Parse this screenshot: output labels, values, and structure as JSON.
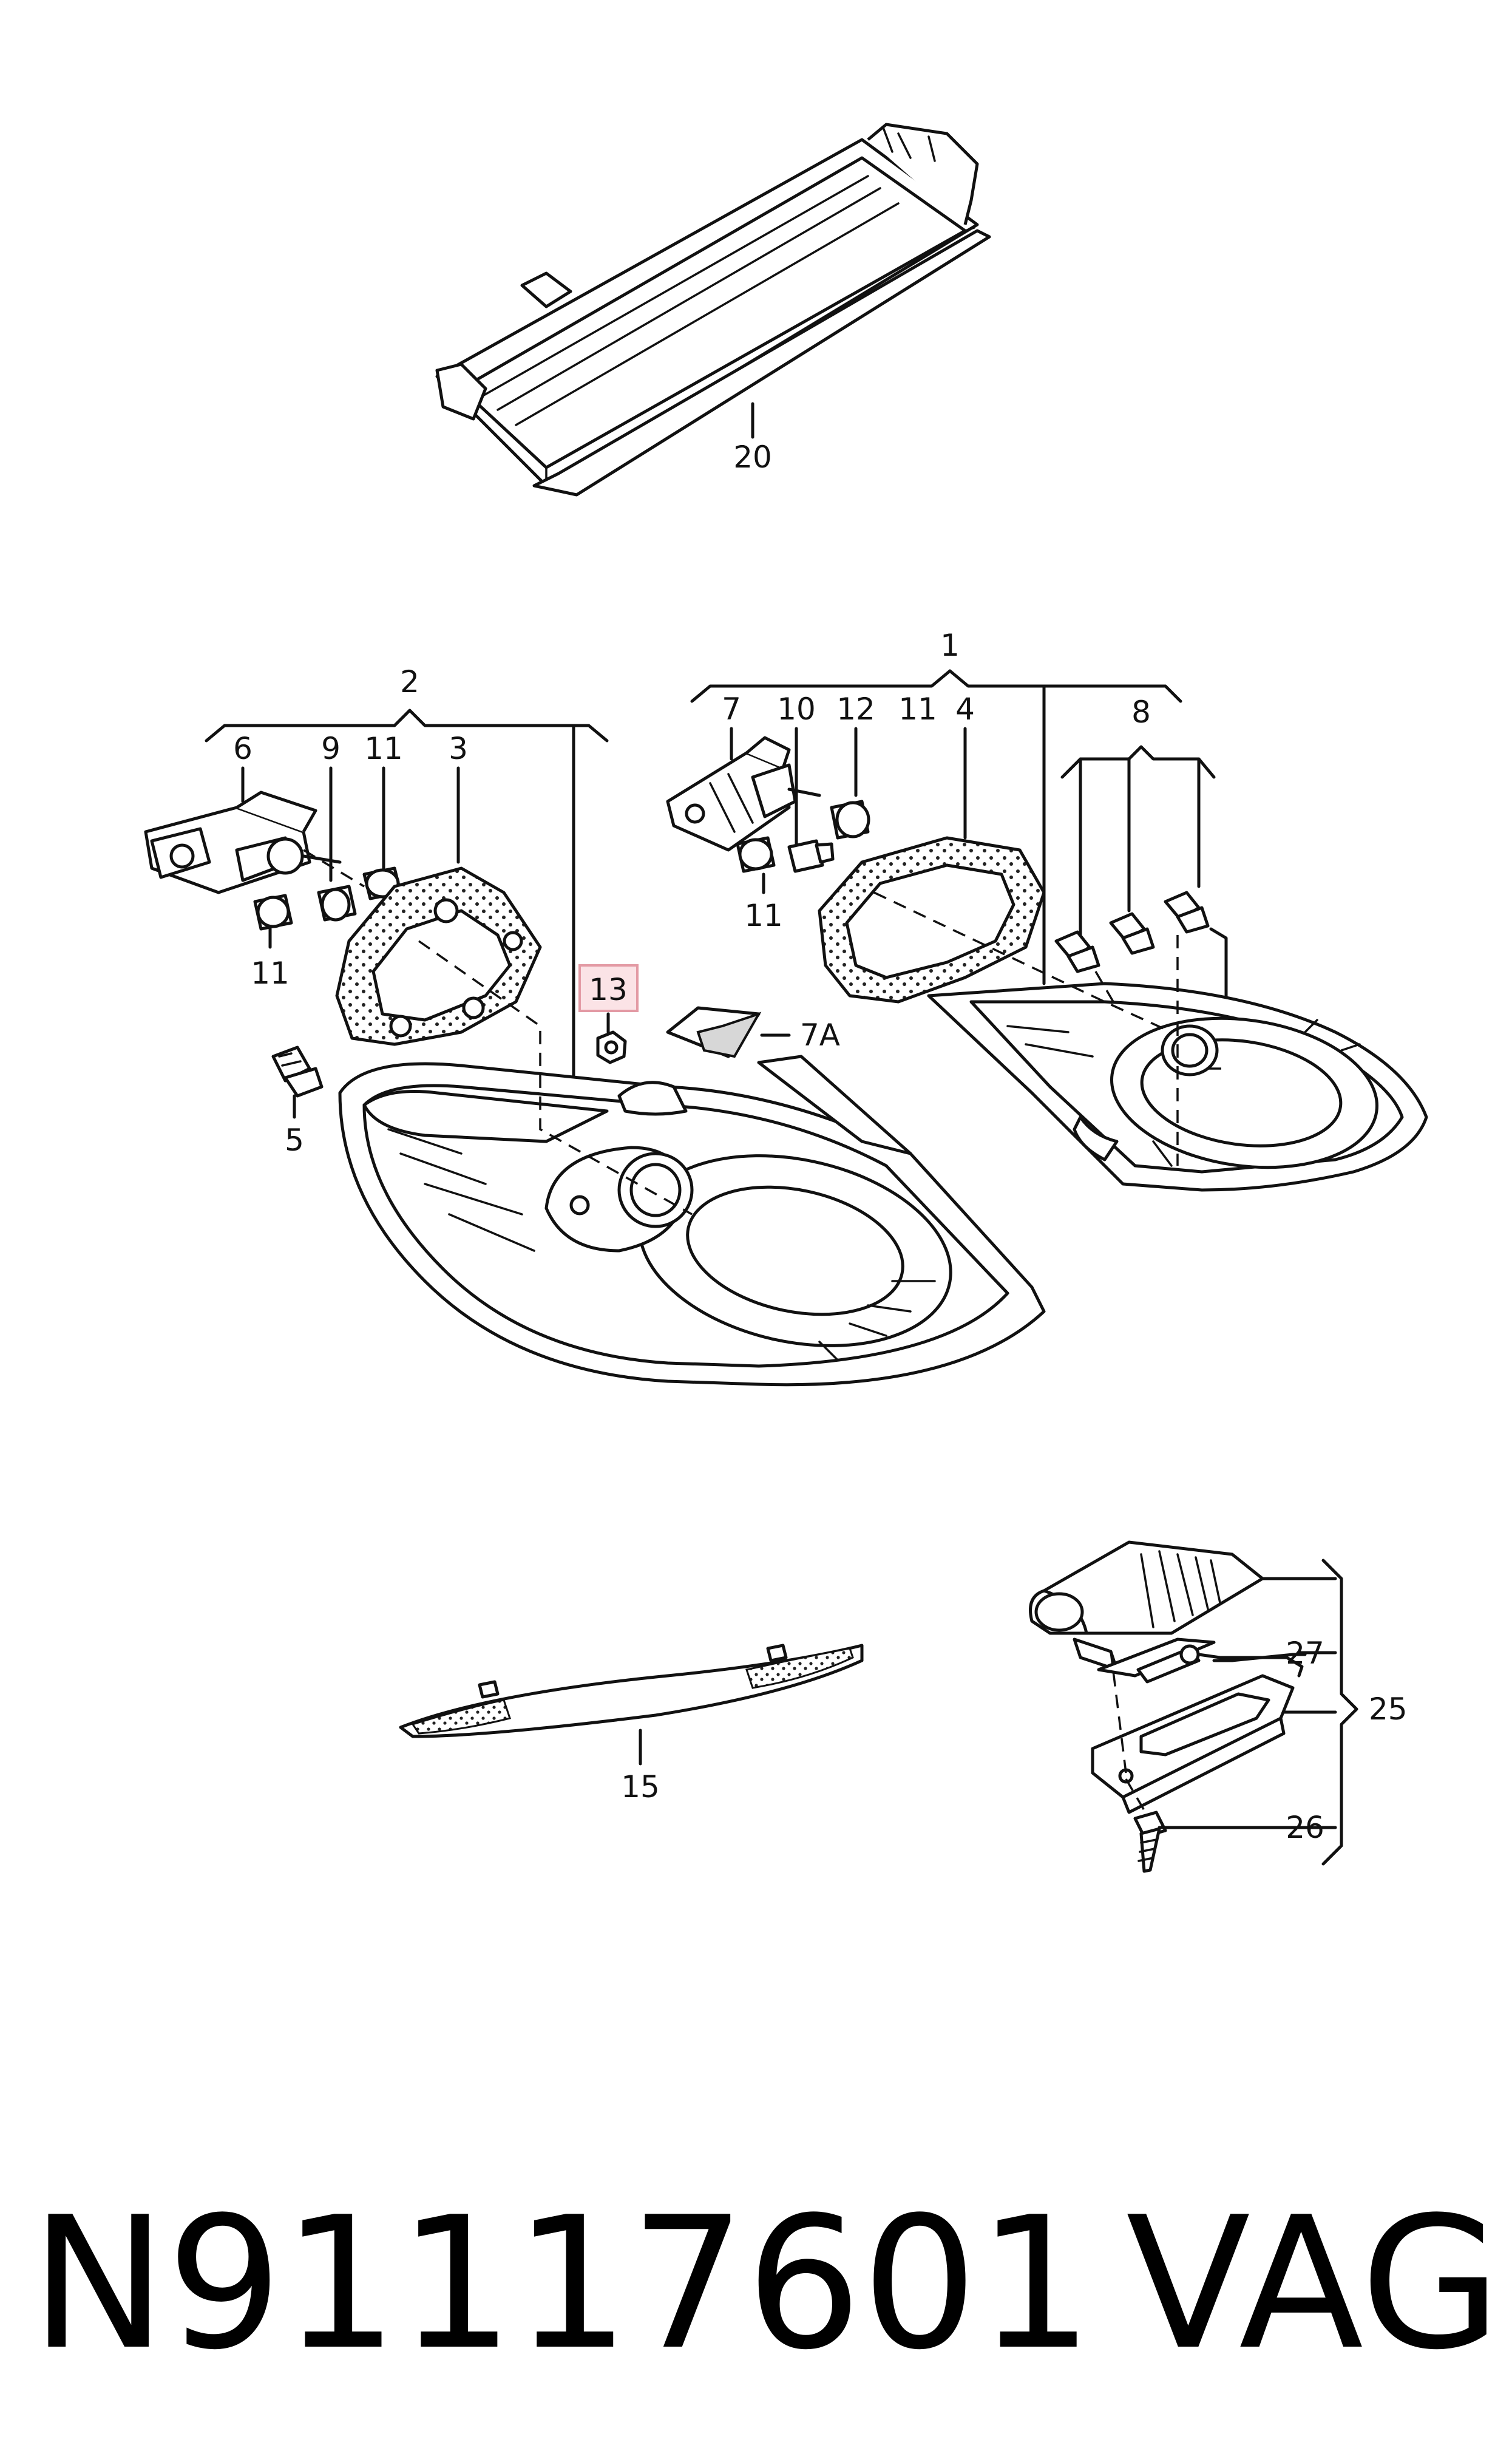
{
  "callouts": {
    "c20": "20",
    "c2": "2",
    "c6": "6",
    "c9": "9",
    "c11a": "11",
    "c3": "3",
    "c11b": "11",
    "c5": "5",
    "c13": "13",
    "c7A": "7A",
    "c1": "1",
    "c7": "7",
    "c10": "10",
    "c12": "12",
    "c11c": "11",
    "c4": "4",
    "c11d": "11",
    "c8": "8",
    "c15": "15",
    "c27": "27",
    "c25": "25",
    "c26": "26"
  },
  "highlight": {
    "label": "13",
    "color": "#e39aa4"
  },
  "footer": {
    "part_number": "N91117601",
    "brand": "VAG"
  }
}
